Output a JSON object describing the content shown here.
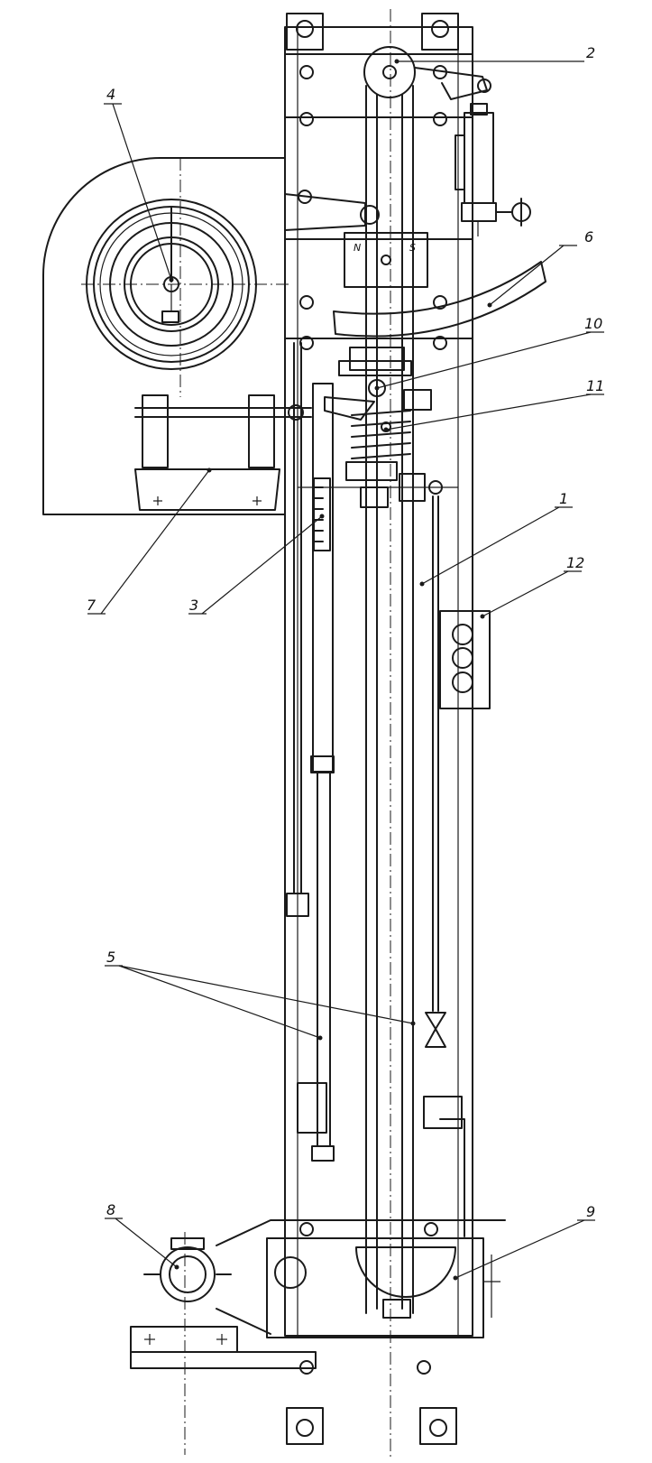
{
  "callouts": [
    "1",
    "2",
    "3",
    "4",
    "5",
    "6",
    "7",
    "8",
    "9",
    "10",
    "11",
    "12"
  ],
  "magnet": {
    "north": "N",
    "south": "S"
  },
  "colors": {
    "ink": "#1a1a1a",
    "paper": "#ffffff"
  }
}
